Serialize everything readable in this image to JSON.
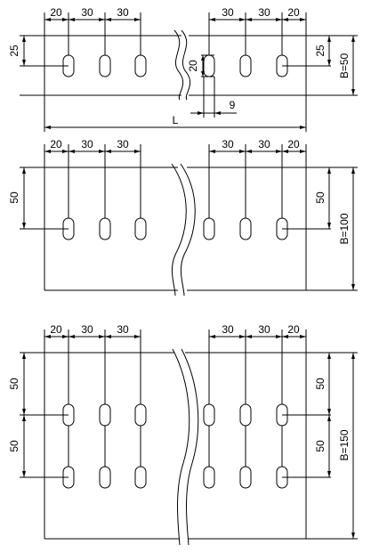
{
  "panels": [
    {
      "id": "b50",
      "top_pitches": [
        "20",
        "30",
        "30",
        "30",
        "30",
        "20"
      ],
      "left_rows": [
        "25"
      ],
      "right_rows": [
        "25"
      ],
      "width_label": "B=50",
      "slot_height_label": "20",
      "slot_width_label": "9",
      "length_label": "L"
    },
    {
      "id": "b100",
      "top_pitches": [
        "20",
        "30",
        "30",
        "30",
        "30",
        "20"
      ],
      "left_rows": [
        "50"
      ],
      "right_rows": [
        "50"
      ],
      "width_label": "B=100"
    },
    {
      "id": "b150",
      "top_pitches": [
        "20",
        "30",
        "30",
        "30",
        "30",
        "20"
      ],
      "left_rows": [
        "50",
        "50"
      ],
      "right_rows": [
        "50",
        "50"
      ],
      "width_label": "B=150"
    }
  ]
}
